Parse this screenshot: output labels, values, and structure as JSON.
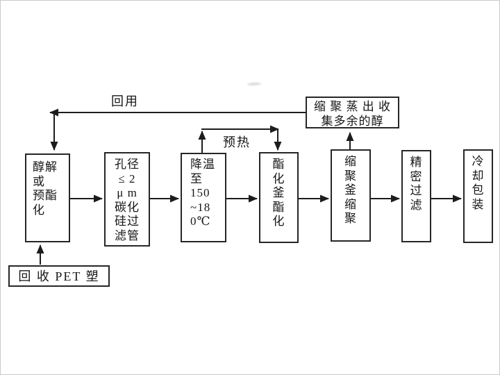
{
  "page": {
    "colors": {
      "background": "#ffffff",
      "line": "#1c1c1c",
      "box_border": "#262626",
      "frame": "#c9c9c9"
    }
  },
  "labels": {
    "reuse": "回用",
    "preheat": "预热"
  },
  "boxes": {
    "alcoholysis": {
      "text": "醇解\n或\n预酯\n化"
    },
    "filter_tube": {
      "text": "孔径\n≤ 2\nμ m\n碳化\n硅过\n滤管"
    },
    "cool_down": {
      "text": "降温\n至\n150\n~18\n0℃"
    },
    "esterification": {
      "text": "酯\n化\n釜\n酯\n化"
    },
    "polycondensation": {
      "text": "缩\n聚\n釜\n缩\n聚"
    },
    "fine_filtration": {
      "text": "精\n密\n过\n滤"
    },
    "cooling_packaging": {
      "text": "冷\n却\n包\n装"
    },
    "alcohol_recovery": {
      "text": "缩 聚 蒸 出 收\n集多余的醇"
    },
    "recycled_pet": {
      "text": "回 收 PET 塑"
    }
  }
}
